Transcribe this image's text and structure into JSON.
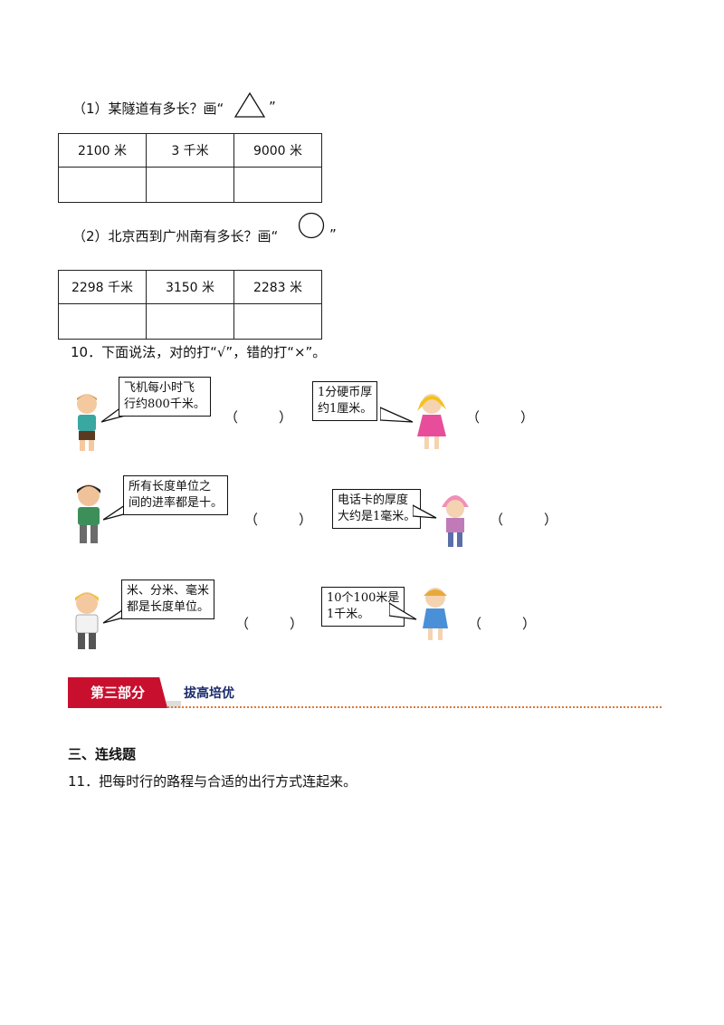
{
  "q1": {
    "label": "（1）某隧道有多长？画“",
    "close": "”",
    "symbol": "triangle-icon",
    "options": [
      "2100 米",
      "3 千米",
      "9000 米"
    ]
  },
  "q2": {
    "label": "（2）北京西到广州南有多长？画“",
    "close": "”",
    "symbol": "circle-icon",
    "options": [
      "2298 千米",
      "3150 米",
      "2283 米"
    ]
  },
  "q10": {
    "title": "10．下面说法，对的打“√”，错的打“×”。",
    "items": [
      {
        "text": "飞机每小时飞\n行约800千米。",
        "paren": "（　　　）"
      },
      {
        "text": "1分硬币厚\n约1厘米。",
        "paren": "（　　　）"
      },
      {
        "text": "所有长度单位之\n间的进率都是十。",
        "paren": "（　　　）"
      },
      {
        "text": "电话卡的厚度\n大约是1毫米。",
        "paren": "（　　　）"
      },
      {
        "text": "米、分米、毫米\n都是长度单位。",
        "paren": "（　　　）"
      },
      {
        "text": "10个100米是\n1千米。",
        "paren": "（　　　）"
      }
    ]
  },
  "section": {
    "badge": "第三部分",
    "title": "拔高培优"
  },
  "part3": {
    "heading": "三、连线题",
    "q11": "11．把每时行的路程与合适的出行方式连起来。"
  }
}
